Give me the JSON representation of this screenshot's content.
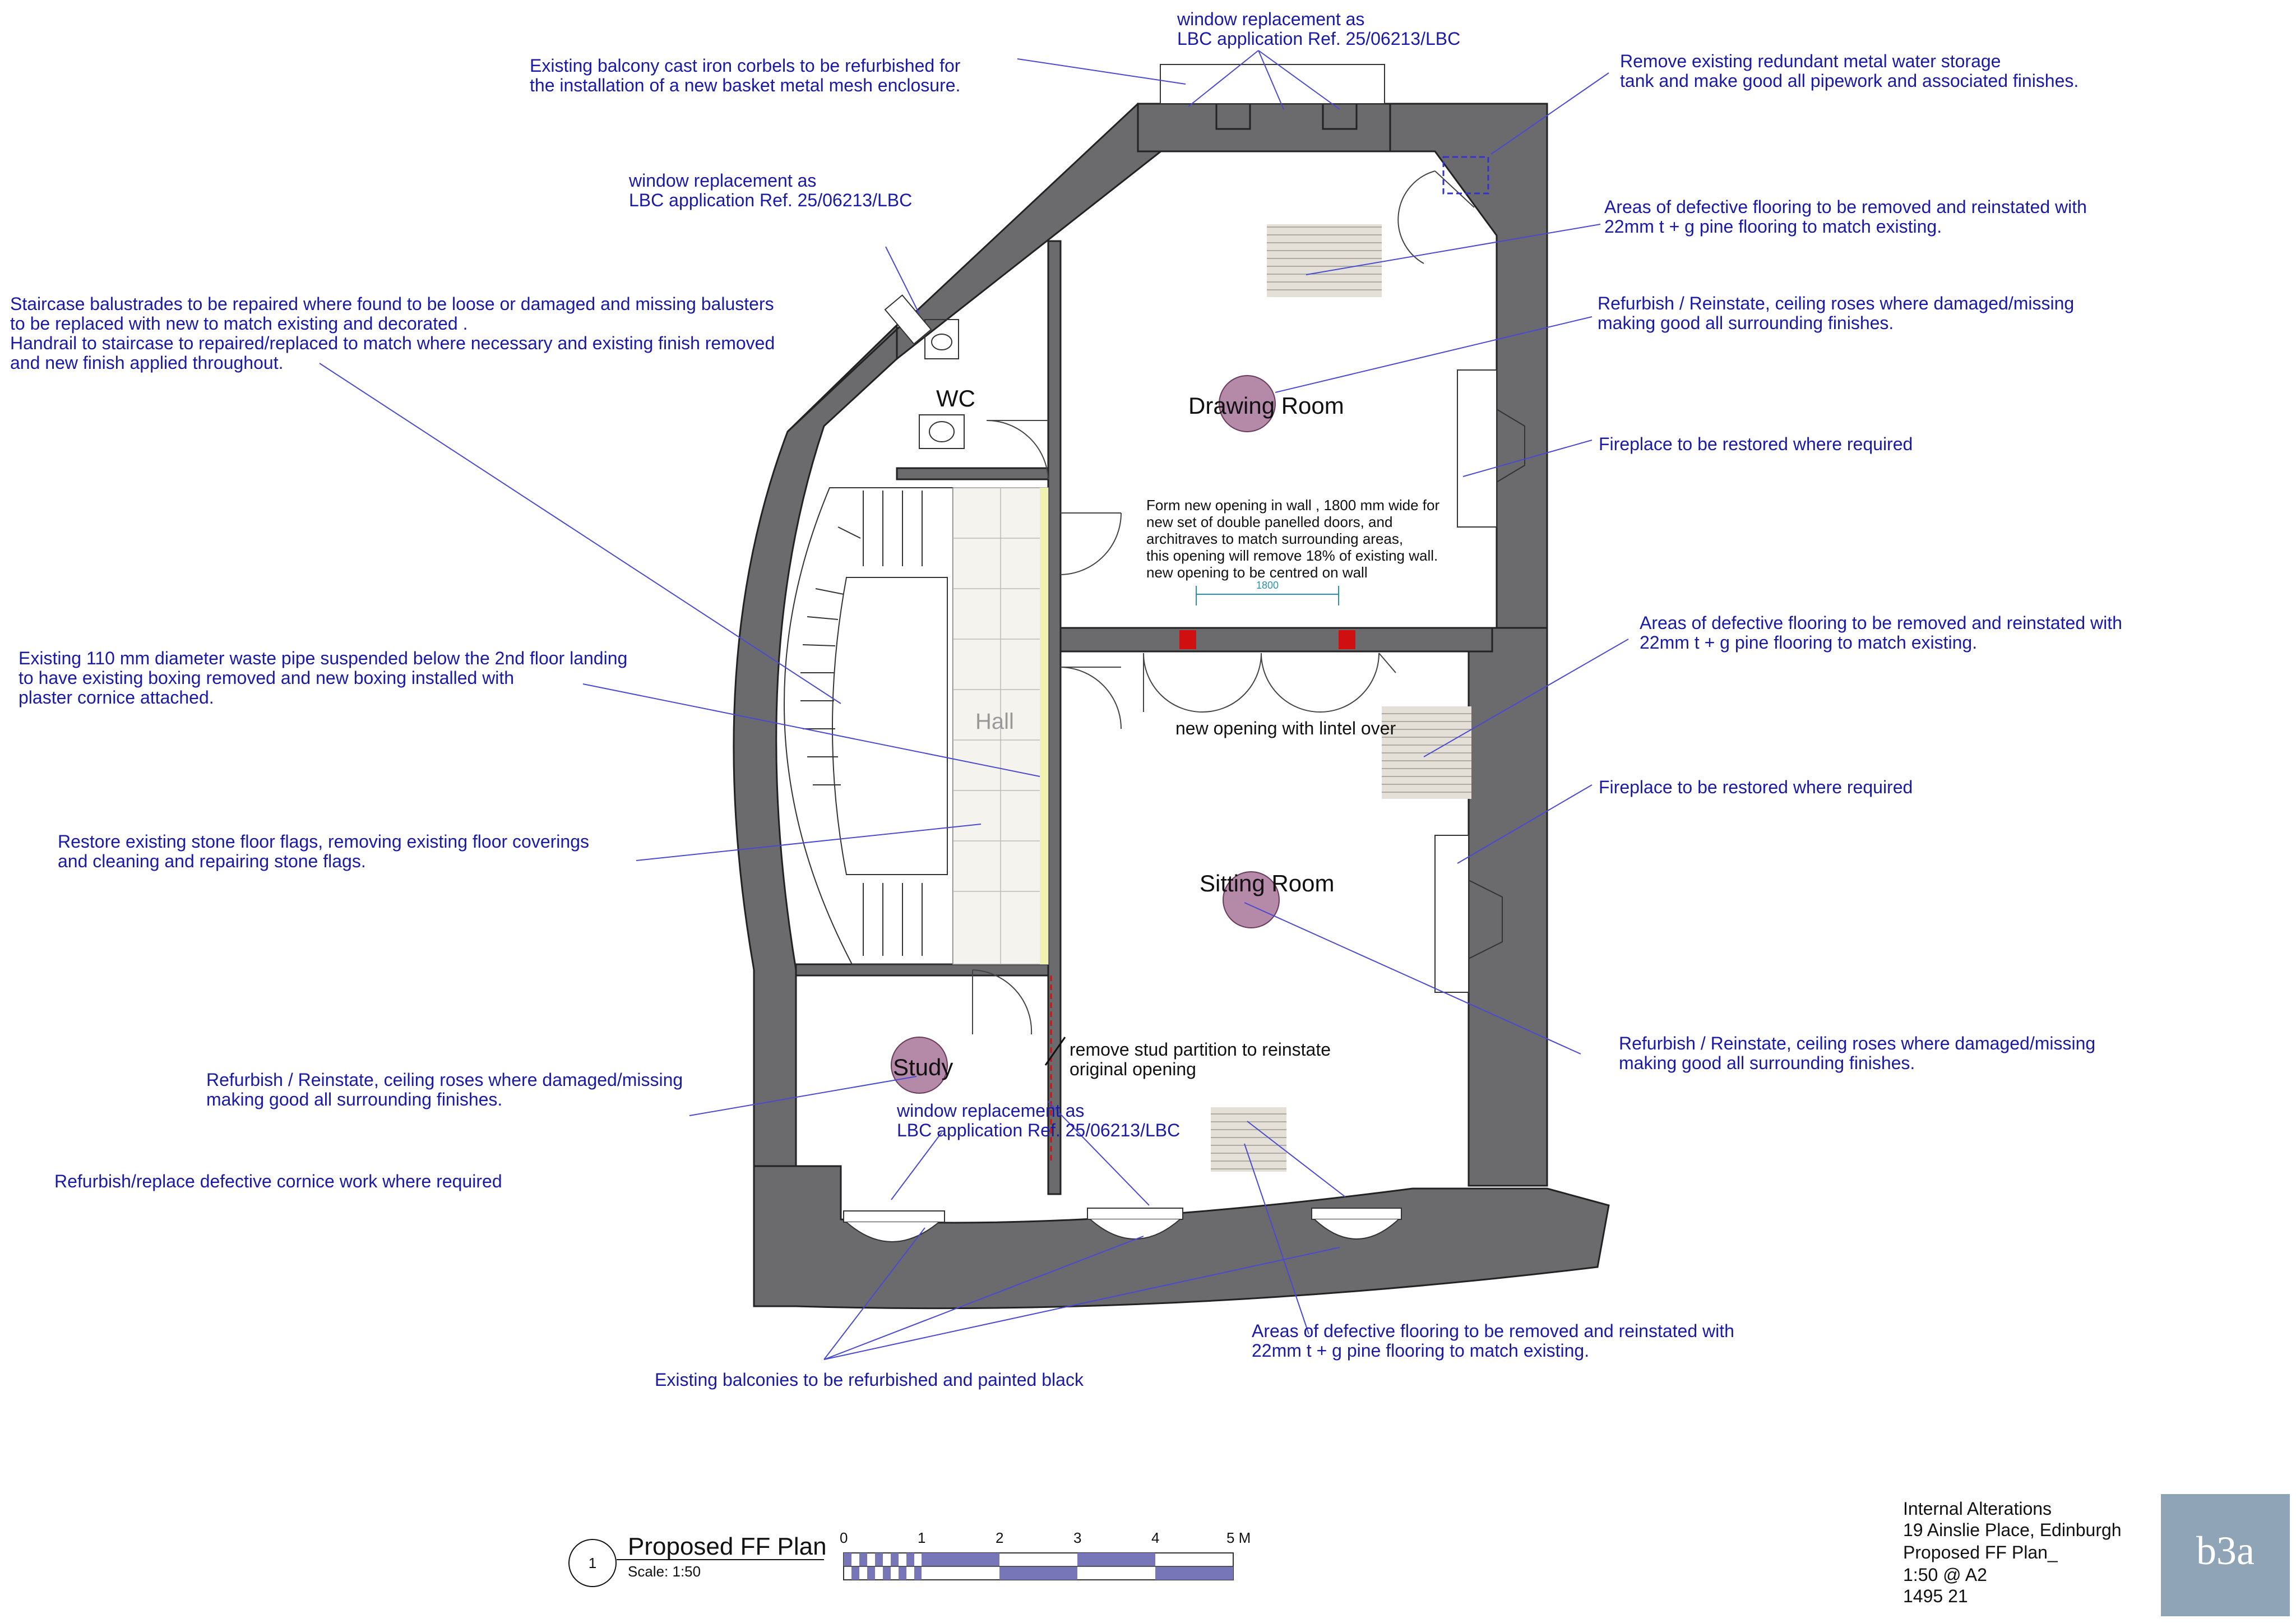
{
  "rooms": {
    "wc": "WC",
    "drawing_room": "Drawing Room",
    "hall": "Hall",
    "sitting_room": "Sitting Room",
    "study": "Study"
  },
  "notes": {
    "window_top_1": "window replacement as",
    "window_top_2": "LBC application Ref. 25/06213/LBC",
    "corbels_1": "Existing balcony cast iron corbels to be refurbished for",
    "corbels_2": "the installation of a new basket metal mesh enclosure.",
    "tank_1": "Remove existing redundant metal water storage",
    "tank_2": "tank and make good all pipework and associated finishes.",
    "window_wc_1": "window replacement as",
    "window_wc_2": "LBC application Ref. 25/06213/LBC",
    "flooring_dr_1": "Areas of defective flooring to be removed and reinstated with",
    "flooring_dr_2": "22mm t + g pine flooring to match existing.",
    "stair_1": "Staircase balustrades to be repaired where found to be loose or damaged and missing balusters",
    "stair_2": "to be replaced with new to match existing and decorated .",
    "stair_3": "Handrail to staircase to repaired/replaced to match where necessary and existing finish removed",
    "stair_4": "and new finish applied throughout.",
    "roses_dr_1": "Refurbish / Reinstate, ceiling roses where damaged/missing",
    "roses_dr_2": "making good all surrounding finishes.",
    "fireplace_dr": "Fireplace to be restored where required",
    "opening_1": "Form new opening in wall , 1800 mm wide for",
    "opening_2": "new set of double panelled doors, and",
    "opening_3": "architraves to match surrounding areas,",
    "opening_4": "this opening will remove 18% of existing wall.",
    "opening_5": "new opening to be centred on wall",
    "dim_1800": "1800",
    "flooring_sr_1": "Areas of defective flooring to be removed and reinstated with",
    "flooring_sr_2": "22mm t + g pine flooring to match existing.",
    "pipe_1": "Existing 110 mm diameter waste pipe suspended below the 2nd floor landing",
    "pipe_2": "to have existing boxing removed and new boxing installed with",
    "pipe_3": "plaster cornice attached.",
    "lintel": "new opening with lintel over",
    "fireplace_sr": "Fireplace to be restored where required",
    "flags_1": "Restore existing stone floor flags, removing existing floor coverings",
    "flags_2": "and cleaning and repairing stone flags.",
    "roses_sr_1": "Refurbish / Reinstate, ceiling roses where damaged/missing",
    "roses_sr_2": "making good all surrounding finishes.",
    "stud_1": "remove stud partition to reinstate",
    "stud_2": "original opening",
    "roses_st_1": "Refurbish / Reinstate, ceiling roses where damaged/missing",
    "roses_st_2": "making good all surrounding finishes.",
    "window_bot_1": "window replacement as",
    "window_bot_2": "LBC application Ref. 25/06213/LBC",
    "cornice": "Refurbish/replace defective cornice work where required",
    "flooring_bot_1": "Areas of defective flooring to be removed and reinstated with",
    "flooring_bot_2": "22mm t + g pine flooring to match existing.",
    "balconies": "Existing balconies to be refurbished and painted black"
  },
  "title_block": {
    "drawing_number": "1",
    "drawing_title": "Proposed FF Plan",
    "scale": "Scale: 1:50",
    "scale_ticks": [
      "0",
      "1",
      "2",
      "3",
      "4",
      "5 M"
    ],
    "project_1": "Internal Alterations",
    "project_2": "19 Ainslie Place, Edinburgh",
    "project_3": "Proposed FF Plan_",
    "project_4": "1:50 @ A2",
    "project_5": "1495 21",
    "logo_text": "b3a"
  },
  "colors": {
    "annotation": "#1a1aa8",
    "wall": "#6b6b6e",
    "ceiling_rose": "#b58aa8",
    "new_opening_marker": "#d01010",
    "logo_bg": "#8fa4b6"
  }
}
